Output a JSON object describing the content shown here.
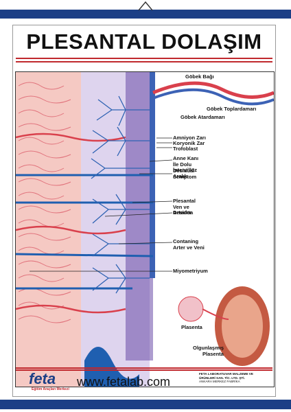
{
  "title": "PLESANTAL DOLAŞIM",
  "labels": {
    "gobek_bagi": "Göbek Bağı",
    "gobek_toplardamari": "Göbek Toplardamarı",
    "gobek_atardamari": "Göbek Atardamarı",
    "amniyon_zari": "Amniyon Zarı",
    "koryonik_zar": "Koryonik Zar",
    "trofoblast": "Trofoblast",
    "anne_kani": [
      "Anne Kanı",
      "İle Dolu",
      "İntervillöz",
      "Aralık"
    ],
    "desidual_semptom": [
      "Desidüal",
      "Semptom"
    ],
    "plesantal": [
      "Plesantal",
      "Ven ve",
      "Arterler"
    ],
    "desidua": "Desidüa",
    "contaning": [
      "Contaning",
      "Arter ve Veni"
    ],
    "miyometriyum": "Miyometriyum",
    "plasenta": "Plasenta",
    "olgunlasmis": [
      "Olgunlaşmış",
      "Plasenta"
    ]
  },
  "footer": {
    "logo": "feta",
    "logo_sub": "Eğitim Araçları Merkezi",
    "website": "www.fetalab.com",
    "company_line1": "FETA LABORATUVAR MALZEME VE",
    "company_line2": "ÜRÜNLERİ SAN. TİC. LTD. ŞTİ.",
    "company_line3": "ANKARA MERKEZ FABRİKA"
  },
  "colors": {
    "hanger": "#1c3f86",
    "title_rule": "#c0282d",
    "tissue_red": "#e8606a",
    "vessel_blue": "#1f5fb0",
    "uterus_purple": "#5a3d9a"
  }
}
